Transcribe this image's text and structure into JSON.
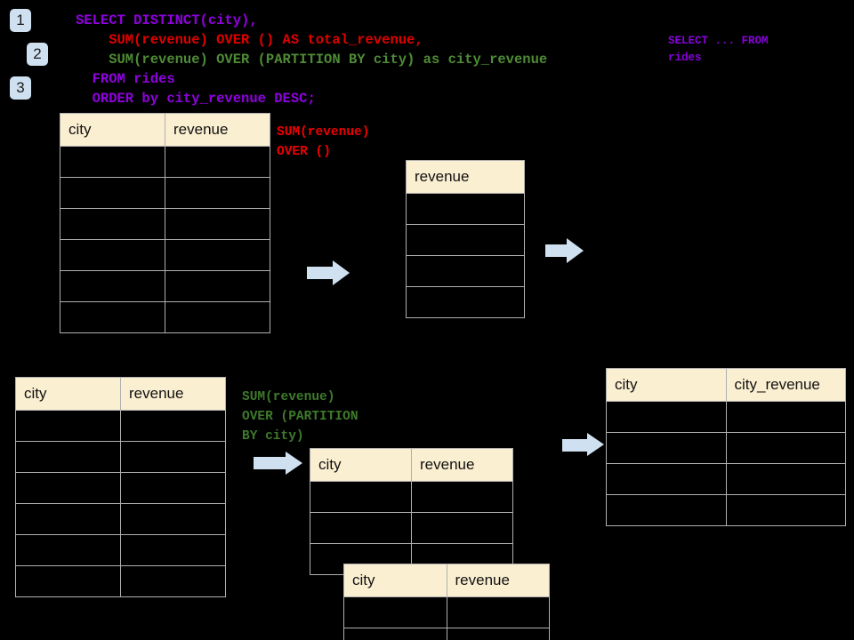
{
  "steps": [
    {
      "label": "1"
    },
    {
      "label": "2"
    },
    {
      "label": "3"
    }
  ],
  "sql": {
    "line1": "SELECT DISTINCT(city),",
    "line2": "    SUM(revenue) OVER () AS total_revenue,",
    "line3": "    SUM(revenue) OVER (PARTITION BY city) as city_revenue",
    "line4": "  FROM rides",
    "line5": "  ORDER by city_revenue DESC;"
  },
  "side_note": {
    "line1": "SELECT ... FROM",
    "line2": "rides"
  },
  "annotations": {
    "total_revenue": {
      "line1": "SUM(revenue)",
      "line2": "OVER ()",
      "color": "#EE0000"
    },
    "city_revenue": {
      "line1": "SUM(revenue)",
      "line2": "OVER (PARTITION",
      "line3": "BY city)",
      "color": "#3E7A2B"
    }
  },
  "tables": {
    "source_top": {
      "headers": [
        "city",
        "revenue"
      ],
      "row_count": 6
    },
    "total_revenue": {
      "headers": [
        "revenue"
      ],
      "row_count": 4
    },
    "source_bottom": {
      "headers": [
        "city",
        "revenue"
      ],
      "row_count": 6
    },
    "partition_back": {
      "headers": [
        "city",
        "revenue"
      ],
      "row_count": 3
    },
    "partition_front": {
      "headers": [
        "city",
        "revenue"
      ],
      "row_count": 2
    },
    "result": {
      "headers": [
        "city",
        "city_revenue"
      ],
      "row_count": 4
    }
  },
  "arrows": [
    {
      "name": "arrow-top-left"
    },
    {
      "name": "arrow-top-right"
    },
    {
      "name": "arrow-bottom-left"
    },
    {
      "name": "arrow-bottom-right"
    }
  ],
  "colors": {
    "header_fill": "#FBEFD1",
    "grid_line": "#B0B0B0",
    "accent_blue": "#CFE0F0",
    "keyword_purple": "#9000E0",
    "red": "#E00000",
    "green": "#4E8B35",
    "background": "#000000"
  }
}
